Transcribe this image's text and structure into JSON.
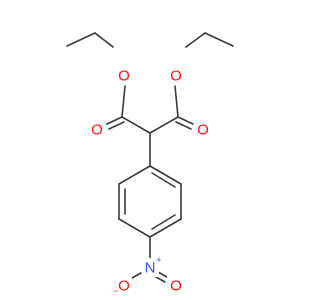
{
  "molecule": {
    "atoms": {
      "ester_o_left": "O",
      "ester_o_right": "O",
      "carbonyl_o_left": "O",
      "carbonyl_o_right": "O",
      "nitro_n": "N",
      "nitro_o_left": "O",
      "nitro_o_right": "O"
    },
    "charges": {
      "nitro_n": "+",
      "nitro_o_left": "−"
    },
    "colors": {
      "oxygen": "#ff0d0d",
      "nitrogen": "#3050f8",
      "bond": "#3a3a3a",
      "background": "#ffffff"
    }
  }
}
